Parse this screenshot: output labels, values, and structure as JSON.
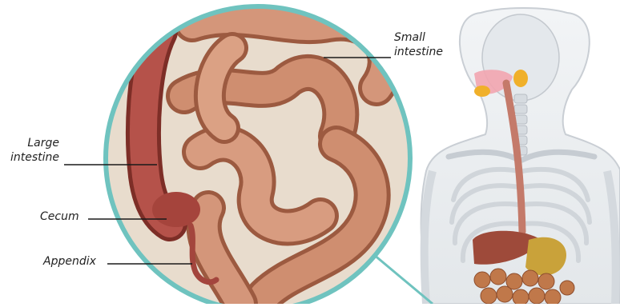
{
  "labels": {
    "small_intestine": [
      "Small",
      "intestine"
    ],
    "large_intestine": [
      "Large",
      "intestine"
    ],
    "cecum": "Cecum",
    "appendix": "Appendix"
  },
  "colors": {
    "circle_border": "#6fc3bf",
    "leader_line": "#1a1a1a",
    "intestine_base": "#c98a6c",
    "intestine_shadow": "#7c3f2b",
    "large_intestine": "#b5524a",
    "skeleton": "#d8dde2",
    "body_outline": "#c9ced4"
  },
  "icons": {
    "zoom_inset": "magnified-intestine-illustration",
    "body": "human-torso-digestive-system-illustration"
  }
}
